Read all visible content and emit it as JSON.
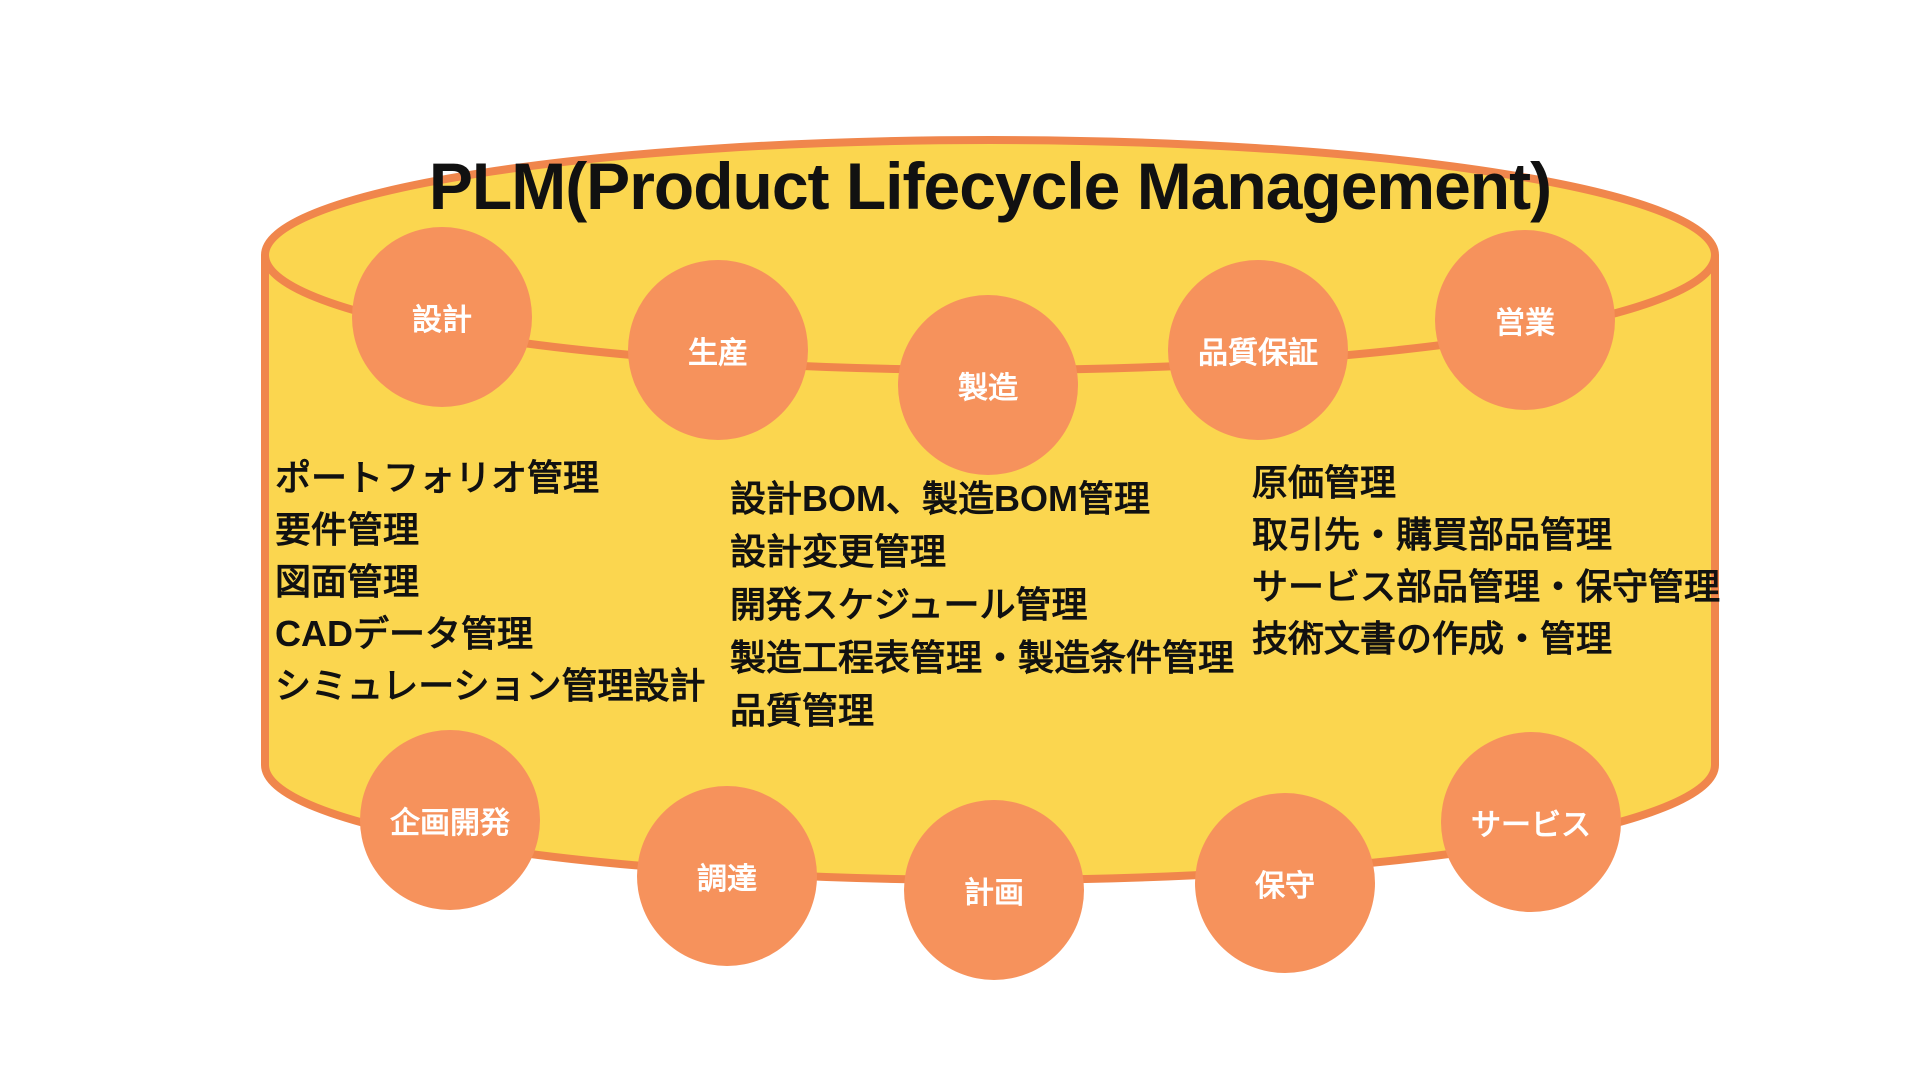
{
  "title": "PLM(Product Lifecycle Management)",
  "colors": {
    "yellow": "#FBD64F",
    "circle": "#F6925C",
    "stroke": "#F0864C",
    "text": "#111111",
    "circle_label": "#FFFFFF"
  },
  "top_circles": [
    {
      "label": "設計"
    },
    {
      "label": "生産"
    },
    {
      "label": "製造"
    },
    {
      "label": "品質保証"
    },
    {
      "label": "営業"
    }
  ],
  "bottom_circles": [
    {
      "label": "企画開発"
    },
    {
      "label": "調達"
    },
    {
      "label": "計画"
    },
    {
      "label": "保守"
    },
    {
      "label": "サービス"
    }
  ],
  "lists": {
    "left": [
      "ポートフォリオ管理",
      "要件管理",
      "図面管理",
      "CADデータ管理",
      "シミュレーション管理設計"
    ],
    "middle": [
      "設計BOM、製造BOM管理",
      "設計変更管理",
      "開発スケジュール管理",
      "製造工程表管理・製造条件管理",
      "品質管理"
    ],
    "right": [
      "原価管理",
      "取引先・購買部品管理",
      "サービス部品管理・保守管理",
      "技術文書の作成・管理"
    ]
  }
}
